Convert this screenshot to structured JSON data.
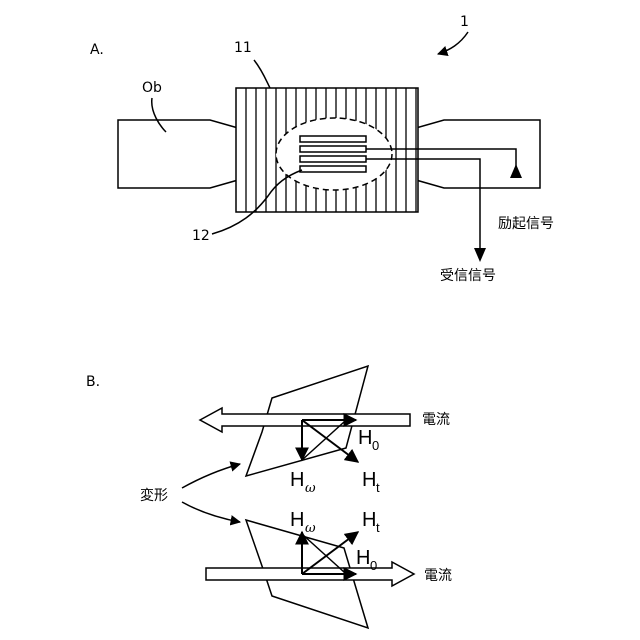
{
  "figure_number": "1",
  "panel_a": {
    "label": "A.",
    "object_label": "Ob",
    "coil_label": "11",
    "sensor_label": "12",
    "excitation_signal": "励起信号",
    "received_signal": "受信信号"
  },
  "panel_b": {
    "label": "B.",
    "current_top": "電流",
    "current_bottom": "電流",
    "deformation": "変形",
    "h0": {
      "main": "H",
      "sub": "0"
    },
    "hw": {
      "main": "H",
      "sub": "ω"
    },
    "ht": {
      "main": "H",
      "sub": "t"
    }
  }
}
